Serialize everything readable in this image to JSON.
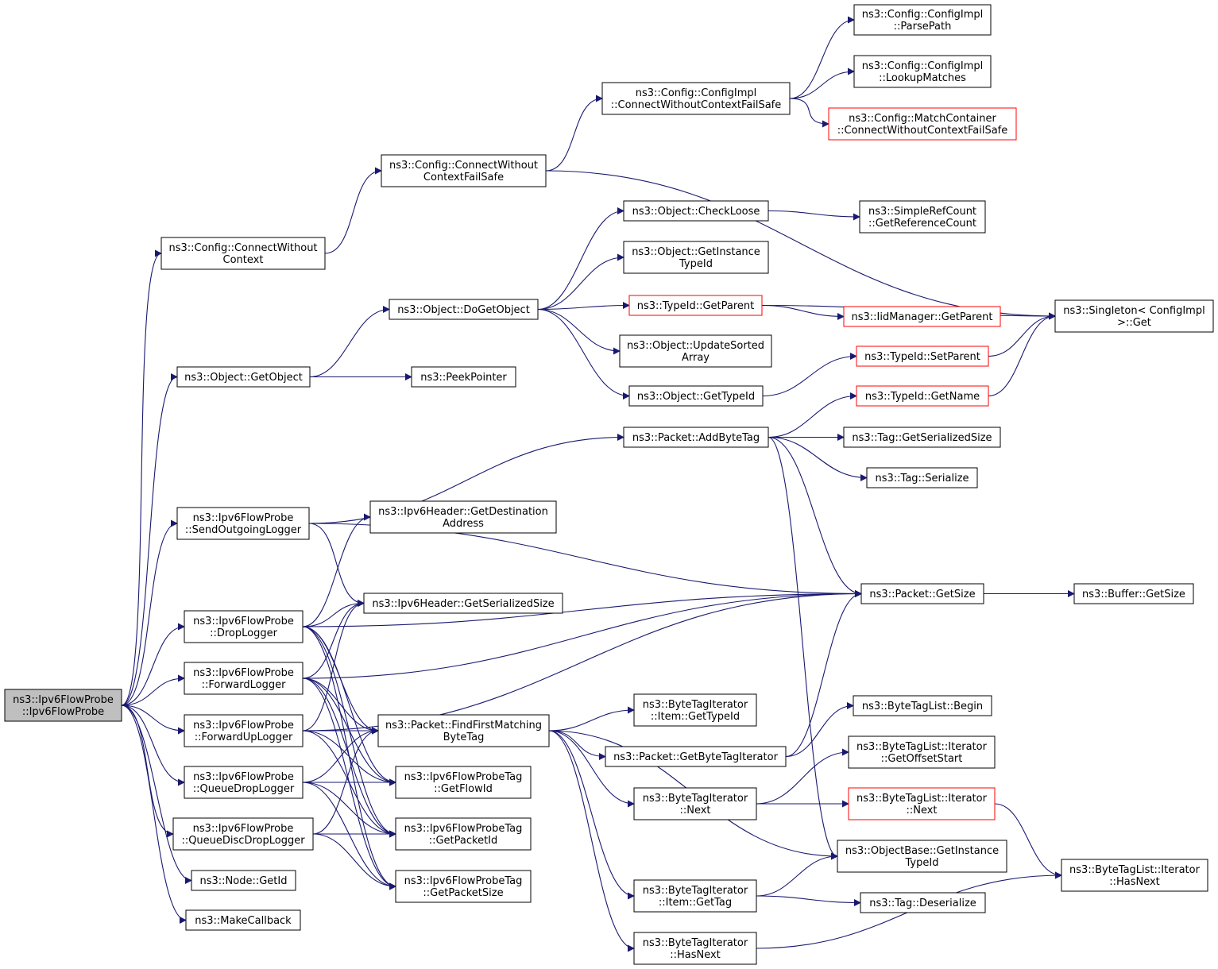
{
  "diagram": {
    "kind": "call-graph",
    "edge_color": "#191970",
    "nodes": [
      {
        "id": "root",
        "lines": [
          "ns3::Ipv6FlowProbe",
          "::Ipv6FlowProbe"
        ],
        "style": "root"
      },
      {
        "id": "cwc",
        "lines": [
          "ns3::Config::ConnectWithout",
          "Context"
        ],
        "style": "normal"
      },
      {
        "id": "cwcfs",
        "lines": [
          "ns3::Config::ConnectWithout",
          "ContextFailSafe"
        ],
        "style": "normal"
      },
      {
        "id": "ci_cwcfs",
        "lines": [
          "ns3::Config::ConfigImpl",
          "::ConnectWithoutContextFailSafe"
        ],
        "style": "normal"
      },
      {
        "id": "ci_parse",
        "lines": [
          "ns3::Config::ConfigImpl",
          "::ParsePath"
        ],
        "style": "normal"
      },
      {
        "id": "ci_lookup",
        "lines": [
          "ns3::Config::ConfigImpl",
          "::LookupMatches"
        ],
        "style": "normal"
      },
      {
        "id": "mc_cwcfs",
        "lines": [
          "ns3::Config::MatchContainer",
          "::ConnectWithoutContextFailSafe"
        ],
        "style": "truncated"
      },
      {
        "id": "singleton",
        "lines": [
          "ns3::Singleton< ConfigImpl",
          ">::Get"
        ],
        "style": "normal"
      },
      {
        "id": "getobject",
        "lines": [
          "ns3::Object::GetObject"
        ],
        "style": "normal"
      },
      {
        "id": "peekptr",
        "lines": [
          "ns3::PeekPointer"
        ],
        "style": "normal"
      },
      {
        "id": "dogetobject",
        "lines": [
          "ns3::Object::DoGetObject"
        ],
        "style": "normal"
      },
      {
        "id": "checkloose",
        "lines": [
          "ns3::Object::CheckLoose"
        ],
        "style": "normal"
      },
      {
        "id": "simpleref",
        "lines": [
          "ns3::SimpleRefCount",
          "::GetReferenceCount"
        ],
        "style": "normal"
      },
      {
        "id": "getinsttype",
        "lines": [
          "ns3::Object::GetInstance",
          "TypeId"
        ],
        "style": "normal"
      },
      {
        "id": "tid_getparent",
        "lines": [
          "ns3::TypeId::GetParent"
        ],
        "style": "truncated"
      },
      {
        "id": "iid_getparent",
        "lines": [
          "ns3::IidManager::GetParent"
        ],
        "style": "truncated"
      },
      {
        "id": "updatesorted",
        "lines": [
          "ns3::Object::UpdateSorted",
          "Array"
        ],
        "style": "normal"
      },
      {
        "id": "obj_gettypeid",
        "lines": [
          "ns3::Object::GetTypeId"
        ],
        "style": "normal"
      },
      {
        "id": "tid_setparent",
        "lines": [
          "ns3::TypeId::SetParent"
        ],
        "style": "truncated"
      },
      {
        "id": "tid_getname",
        "lines": [
          "ns3::TypeId::GetName"
        ],
        "style": "truncated"
      },
      {
        "id": "addbytetag",
        "lines": [
          "ns3::Packet::AddByteTag"
        ],
        "style": "normal"
      },
      {
        "id": "tag_getser",
        "lines": [
          "ns3::Tag::GetSerializedSize"
        ],
        "style": "normal"
      },
      {
        "id": "tag_serialize",
        "lines": [
          "ns3::Tag::Serialize"
        ],
        "style": "normal"
      },
      {
        "id": "sendout",
        "lines": [
          "ns3::Ipv6FlowProbe",
          "::SendOutgoingLogger"
        ],
        "style": "normal"
      },
      {
        "id": "ipv6_getdest",
        "lines": [
          "ns3::Ipv6Header::GetDestination",
          "Address"
        ],
        "style": "normal"
      },
      {
        "id": "ipv6_getser",
        "lines": [
          "ns3::Ipv6Header::GetSerializedSize"
        ],
        "style": "normal"
      },
      {
        "id": "pkt_getsize",
        "lines": [
          "ns3::Packet::GetSize"
        ],
        "style": "normal"
      },
      {
        "id": "buf_getsize",
        "lines": [
          "ns3::Buffer::GetSize"
        ],
        "style": "normal"
      },
      {
        "id": "droplogger",
        "lines": [
          "ns3::Ipv6FlowProbe",
          "::DropLogger"
        ],
        "style": "normal"
      },
      {
        "id": "fwdlogger",
        "lines": [
          "ns3::Ipv6FlowProbe",
          "::ForwardLogger"
        ],
        "style": "normal"
      },
      {
        "id": "fwduplogger",
        "lines": [
          "ns3::Ipv6FlowProbe",
          "::ForwardUpLogger"
        ],
        "style": "normal"
      },
      {
        "id": "qdroplogger",
        "lines": [
          "ns3::Ipv6FlowProbe",
          "::QueueDropLogger"
        ],
        "style": "normal"
      },
      {
        "id": "qddroplogger",
        "lines": [
          "ns3::Ipv6FlowProbe",
          "::QueueDiscDropLogger"
        ],
        "style": "normal"
      },
      {
        "id": "node_getid",
        "lines": [
          "ns3::Node::GetId"
        ],
        "style": "normal"
      },
      {
        "id": "makecallback",
        "lines": [
          "ns3::MakeCallback"
        ],
        "style": "normal"
      },
      {
        "id": "findfirst",
        "lines": [
          "ns3::Packet::FindFirstMatching",
          "ByteTag"
        ],
        "style": "normal"
      },
      {
        "id": "fpt_getflowid",
        "lines": [
          "ns3::Ipv6FlowProbeTag",
          "::GetFlowId"
        ],
        "style": "normal"
      },
      {
        "id": "fpt_getpacketid",
        "lines": [
          "ns3::Ipv6FlowProbeTag",
          "::GetPacketId"
        ],
        "style": "normal"
      },
      {
        "id": "fpt_getpacketsize",
        "lines": [
          "ns3::Ipv6FlowProbeTag",
          "::GetPacketSize"
        ],
        "style": "normal"
      },
      {
        "id": "bti_item_gettypeid",
        "lines": [
          "ns3::ByteTagIterator",
          "::Item::GetTypeId"
        ],
        "style": "normal"
      },
      {
        "id": "pkt_getbti",
        "lines": [
          "ns3::Packet::GetByteTagIterator"
        ],
        "style": "normal"
      },
      {
        "id": "bti_next",
        "lines": [
          "ns3::ByteTagIterator",
          "::Next"
        ],
        "style": "normal"
      },
      {
        "id": "bti_item_gettag",
        "lines": [
          "ns3::ByteTagIterator",
          "::Item::GetTag"
        ],
        "style": "normal"
      },
      {
        "id": "bti_hasnext",
        "lines": [
          "ns3::ByteTagIterator",
          "::HasNext"
        ],
        "style": "normal"
      },
      {
        "id": "btl_begin",
        "lines": [
          "ns3::ByteTagList::Begin"
        ],
        "style": "normal"
      },
      {
        "id": "btl_it_getoffset",
        "lines": [
          "ns3::ByteTagList::Iterator",
          "::GetOffsetStart"
        ],
        "style": "normal"
      },
      {
        "id": "btl_it_next",
        "lines": [
          "ns3::ByteTagList::Iterator",
          "::Next"
        ],
        "style": "truncated"
      },
      {
        "id": "objbase_getinst",
        "lines": [
          "ns3::ObjectBase::GetInstance",
          "TypeId"
        ],
        "style": "normal"
      },
      {
        "id": "tag_deserialize",
        "lines": [
          "ns3::Tag::Deserialize"
        ],
        "style": "normal"
      },
      {
        "id": "btl_it_hasnext",
        "lines": [
          "ns3::ByteTagList::Iterator",
          "::HasNext"
        ],
        "style": "normal"
      }
    ],
    "edges": [
      [
        "root",
        "cwc"
      ],
      [
        "root",
        "getobject"
      ],
      [
        "root",
        "sendout"
      ],
      [
        "root",
        "droplogger"
      ],
      [
        "root",
        "fwdlogger"
      ],
      [
        "root",
        "fwduplogger"
      ],
      [
        "root",
        "qdroplogger"
      ],
      [
        "root",
        "qddroplogger"
      ],
      [
        "root",
        "node_getid"
      ],
      [
        "root",
        "makecallback"
      ],
      [
        "cwc",
        "cwcfs"
      ],
      [
        "cwcfs",
        "ci_cwcfs"
      ],
      [
        "cwcfs",
        "singleton"
      ],
      [
        "ci_cwcfs",
        "ci_parse"
      ],
      [
        "ci_cwcfs",
        "ci_lookup"
      ],
      [
        "ci_cwcfs",
        "mc_cwcfs"
      ],
      [
        "getobject",
        "dogetobject"
      ],
      [
        "getobject",
        "peekptr"
      ],
      [
        "dogetobject",
        "checkloose"
      ],
      [
        "dogetobject",
        "getinsttype"
      ],
      [
        "dogetobject",
        "tid_getparent"
      ],
      [
        "dogetobject",
        "updatesorted"
      ],
      [
        "dogetobject",
        "obj_gettypeid"
      ],
      [
        "checkloose",
        "simpleref"
      ],
      [
        "tid_getparent",
        "singleton"
      ],
      [
        "tid_getparent",
        "iid_getparent"
      ],
      [
        "obj_gettypeid",
        "tid_setparent"
      ],
      [
        "tid_setparent",
        "singleton"
      ],
      [
        "tid_getname",
        "singleton"
      ],
      [
        "addbytetag",
        "tid_getname"
      ],
      [
        "addbytetag",
        "tag_getser"
      ],
      [
        "addbytetag",
        "tag_serialize"
      ],
      [
        "addbytetag",
        "pkt_getsize"
      ],
      [
        "addbytetag",
        "objbase_getinst"
      ],
      [
        "sendout",
        "addbytetag"
      ],
      [
        "sendout",
        "pkt_getsize"
      ],
      [
        "sendout",
        "ipv6_getser"
      ],
      [
        "droplogger",
        "ipv6_getdest"
      ],
      [
        "droplogger",
        "pkt_getsize"
      ],
      [
        "droplogger",
        "ipv6_getser"
      ],
      [
        "droplogger",
        "findfirst"
      ],
      [
        "droplogger",
        "fpt_getflowid"
      ],
      [
        "droplogger",
        "fpt_getpacketid"
      ],
      [
        "droplogger",
        "fpt_getpacketsize"
      ],
      [
        "fwdlogger",
        "ipv6_getser"
      ],
      [
        "fwdlogger",
        "pkt_getsize"
      ],
      [
        "fwdlogger",
        "findfirst"
      ],
      [
        "fwdlogger",
        "fpt_getflowid"
      ],
      [
        "fwdlogger",
        "fpt_getpacketid"
      ],
      [
        "fwdlogger",
        "fpt_getpacketsize"
      ],
      [
        "fwduplogger",
        "ipv6_getser"
      ],
      [
        "fwduplogger",
        "pkt_getsize"
      ],
      [
        "fwduplogger",
        "findfirst"
      ],
      [
        "fwduplogger",
        "fpt_getflowid"
      ],
      [
        "fwduplogger",
        "fpt_getpacketid"
      ],
      [
        "qdroplogger",
        "findfirst"
      ],
      [
        "qdroplogger",
        "fpt_getflowid"
      ],
      [
        "qdroplogger",
        "fpt_getpacketid"
      ],
      [
        "qdroplogger",
        "fpt_getpacketsize"
      ],
      [
        "qddroplogger",
        "findfirst"
      ],
      [
        "qddroplogger",
        "fpt_getpacketid"
      ],
      [
        "qddroplogger",
        "fpt_getpacketsize"
      ],
      [
        "findfirst",
        "bti_item_gettypeid"
      ],
      [
        "findfirst",
        "pkt_getbti"
      ],
      [
        "findfirst",
        "bti_next"
      ],
      [
        "findfirst",
        "objbase_getinst"
      ],
      [
        "findfirst",
        "bti_item_gettag"
      ],
      [
        "findfirst",
        "bti_hasnext"
      ],
      [
        "pkt_getbti",
        "btl_begin"
      ],
      [
        "pkt_getbti",
        "pkt_getsize"
      ],
      [
        "bti_next",
        "btl_it_getoffset"
      ],
      [
        "bti_next",
        "btl_it_next"
      ],
      [
        "btl_it_next",
        "btl_it_hasnext"
      ],
      [
        "bti_item_gettag",
        "objbase_getinst"
      ],
      [
        "bti_item_gettag",
        "tag_deserialize"
      ],
      [
        "bti_hasnext",
        "btl_it_hasnext"
      ],
      [
        "pkt_getsize",
        "buf_getsize"
      ]
    ]
  }
}
